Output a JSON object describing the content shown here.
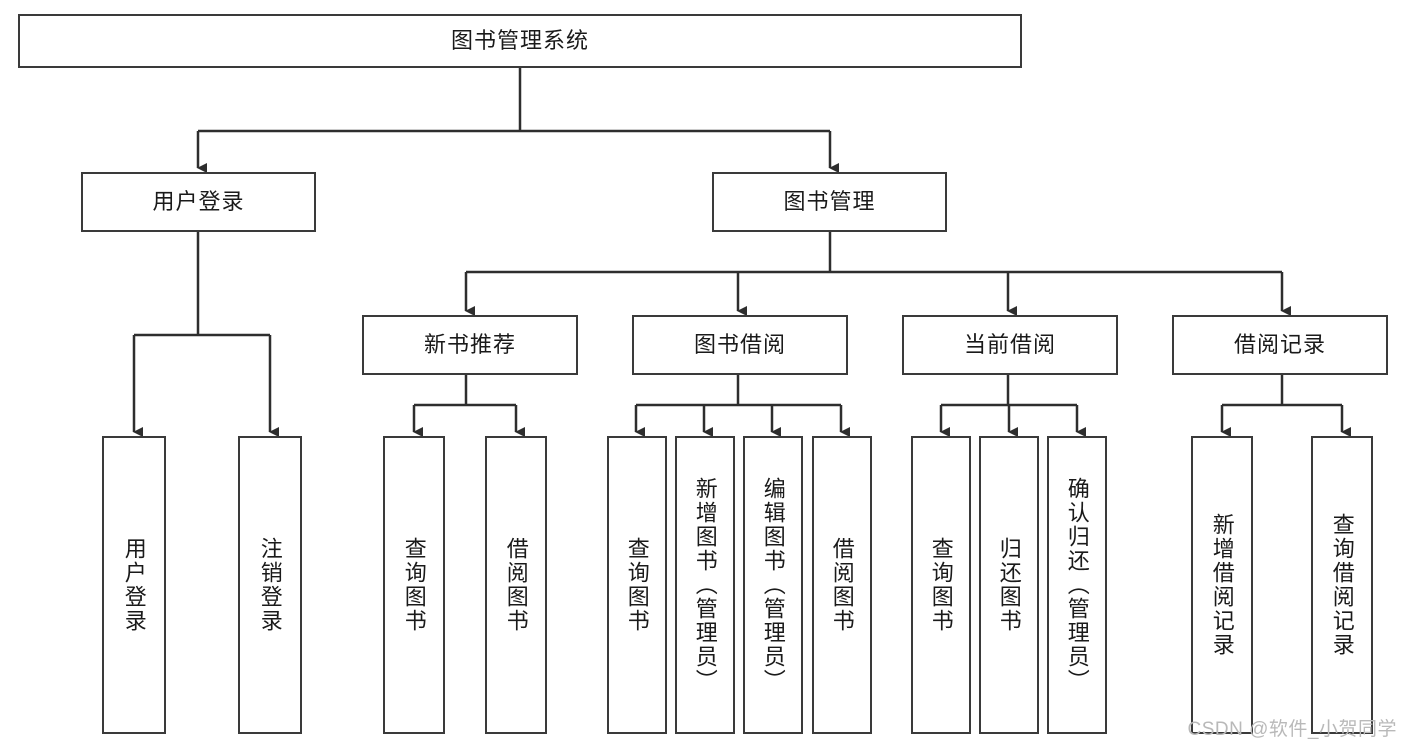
{
  "diagram": {
    "title_text": "图书管理系统",
    "watermark": "CSDN @软件_小贺同学",
    "colors": {
      "stroke": "#3a3a3a",
      "fill": "#ffffff",
      "text": "#1a1a1a",
      "watermark": "#b9b9b9"
    },
    "root": {
      "label": "图书管理系统"
    },
    "level2": [
      {
        "label": "用户登录"
      },
      {
        "label": "图书管理"
      }
    ],
    "level3": [
      {
        "label": "新书推荐"
      },
      {
        "label": "图书借阅"
      },
      {
        "label": "当前借阅"
      },
      {
        "label": "借阅记录"
      }
    ],
    "leaves": {
      "user_login": [
        {
          "label": "用户登录"
        },
        {
          "label": "注销登录"
        }
      ],
      "new_book": [
        {
          "label": "查询图书"
        },
        {
          "label": "借阅图书"
        }
      ],
      "book_borrow": [
        {
          "label": "查询图书"
        },
        {
          "label": "新增图书（管理员）"
        },
        {
          "label": "编辑图书（管理员）"
        },
        {
          "label": "借阅图书"
        }
      ],
      "current_borrow": [
        {
          "label": "查询图书"
        },
        {
          "label": "归还图书"
        },
        {
          "label": "确认归还（管理员）"
        }
      ],
      "borrow_record": [
        {
          "label": "新增借阅记录"
        },
        {
          "label": "查询借阅记录"
        }
      ]
    }
  }
}
